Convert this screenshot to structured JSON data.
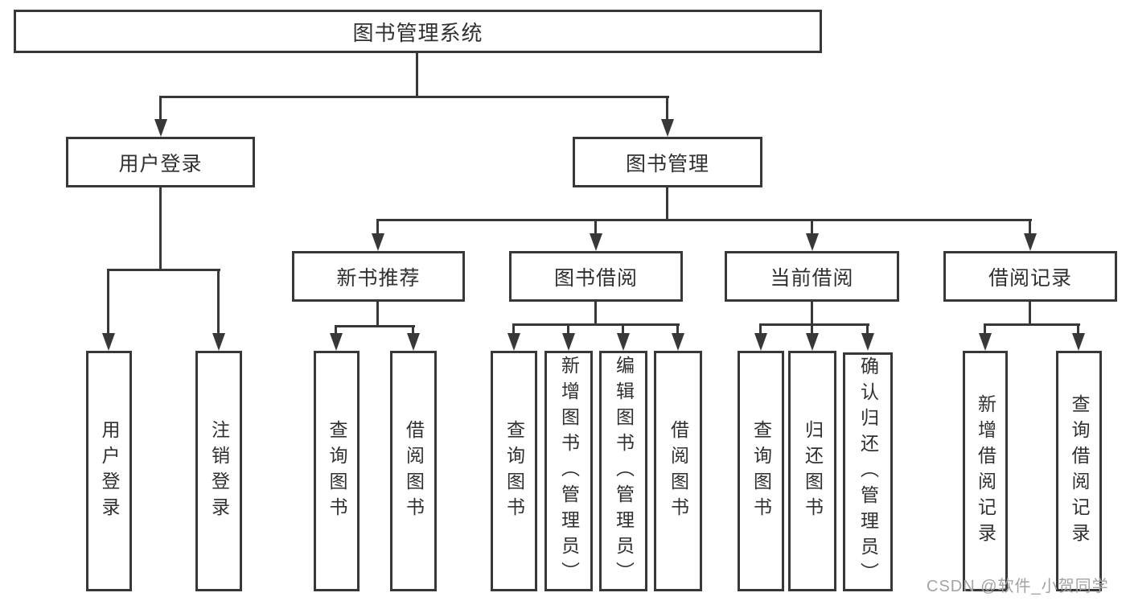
{
  "tree": {
    "root": "图书管理系统",
    "branches": [
      {
        "label": "用户登录",
        "children": [
          "用户登录",
          "注销登录"
        ]
      },
      {
        "label": "图书管理",
        "children": [
          {
            "label": "新书推荐",
            "children": [
              "查询图书",
              "借阅图书"
            ]
          },
          {
            "label": "图书借阅",
            "children": [
              "查询图书",
              "新增图书（管理员）",
              "编辑图书（管理员）",
              "借阅图书"
            ]
          },
          {
            "label": "当前借阅",
            "children": [
              "查询图书",
              "归还图书",
              "确认归还（管理员）"
            ]
          },
          {
            "label": "借阅记录",
            "children": [
              "新增借阅记录",
              "查询借阅记录"
            ]
          }
        ]
      }
    ]
  },
  "watermark": "CSDN @软件_小贺同学",
  "colors": {
    "line": "#383838",
    "text": "#303030",
    "watermark": "#a3a3a3",
    "background": "#ffffff"
  }
}
